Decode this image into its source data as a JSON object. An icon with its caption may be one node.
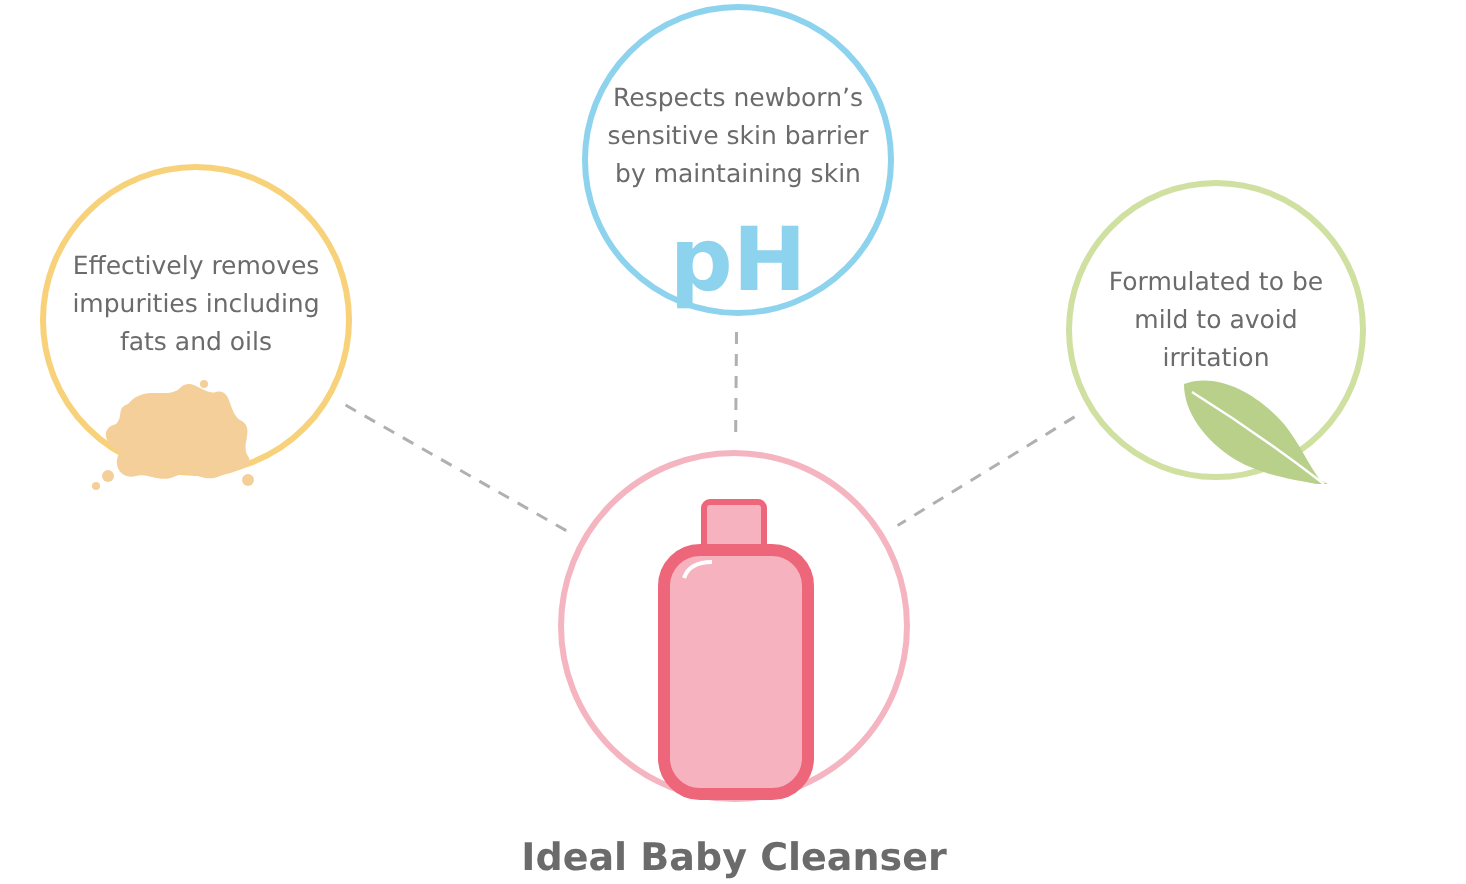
{
  "diagram": {
    "nodes": [
      {
        "text": [
          "Effectively removes impurities including fats and oils"
        ]
      },
      {
        "text": [
          "Respects newborn’s sensitive skin barrier by maintaining skin",
          "pH"
        ]
      },
      {
        "text": [
          "Formulated to be mild to avoid irritation"
        ]
      },
      {
        "text": [
          "Ideal Baby Cleanser"
        ]
      }
    ],
    "edges": [
      {
        "from": 0,
        "to": 3,
        "arrow": "none",
        "style": "dashed"
      },
      {
        "from": 1,
        "to": 3,
        "arrow": "none",
        "style": "dashed"
      },
      {
        "from": 2,
        "to": 3,
        "arrow": "none",
        "style": "dashed"
      }
    ]
  }
}
